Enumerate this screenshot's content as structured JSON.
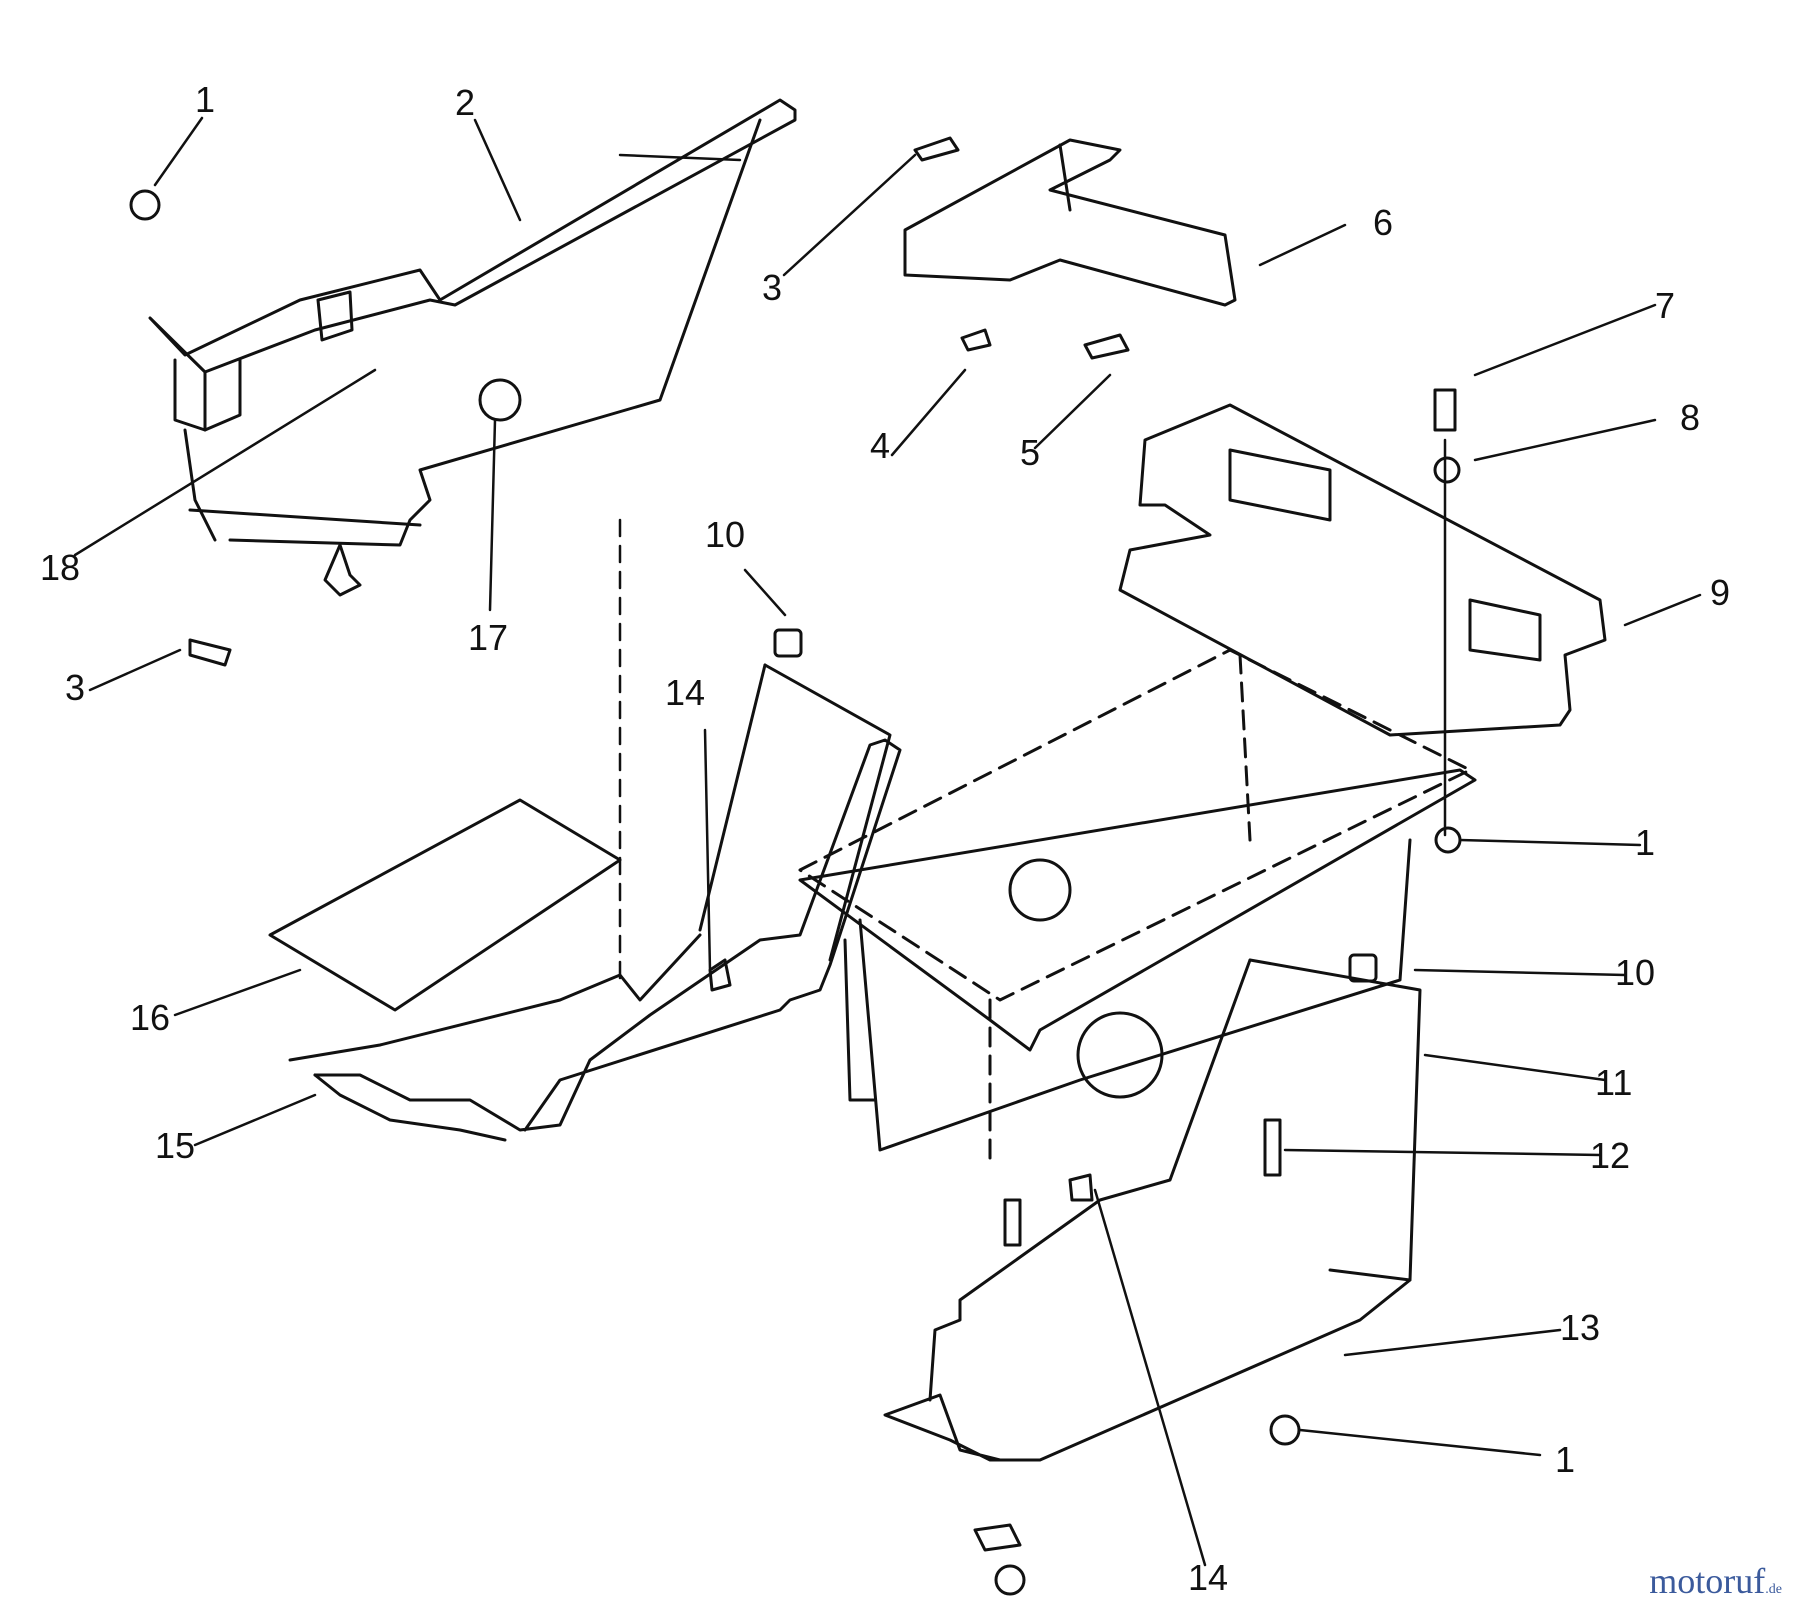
{
  "callouts": [
    {
      "id": "c1a",
      "text": "1"
    },
    {
      "id": "c2",
      "text": "2"
    },
    {
      "id": "c3a",
      "text": "3"
    },
    {
      "id": "c6",
      "text": "6"
    },
    {
      "id": "c7",
      "text": "7"
    },
    {
      "id": "c8",
      "text": "8"
    },
    {
      "id": "c4",
      "text": "4"
    },
    {
      "id": "c5",
      "text": "5"
    },
    {
      "id": "c18",
      "text": "18"
    },
    {
      "id": "c17",
      "text": "17"
    },
    {
      "id": "c3b",
      "text": "3"
    },
    {
      "id": "c10a",
      "text": "10"
    },
    {
      "id": "c14a",
      "text": "14"
    },
    {
      "id": "c9",
      "text": "9"
    },
    {
      "id": "c1b",
      "text": "1"
    },
    {
      "id": "c10b",
      "text": "10"
    },
    {
      "id": "c16",
      "text": "16"
    },
    {
      "id": "c11",
      "text": "11"
    },
    {
      "id": "c15",
      "text": "15"
    },
    {
      "id": "c12",
      "text": "12"
    },
    {
      "id": "c13",
      "text": "13"
    },
    {
      "id": "c1c",
      "text": "1"
    },
    {
      "id": "c14b",
      "text": "14"
    }
  ],
  "watermark": {
    "main": "motoruf",
    "suffix": ".de"
  }
}
